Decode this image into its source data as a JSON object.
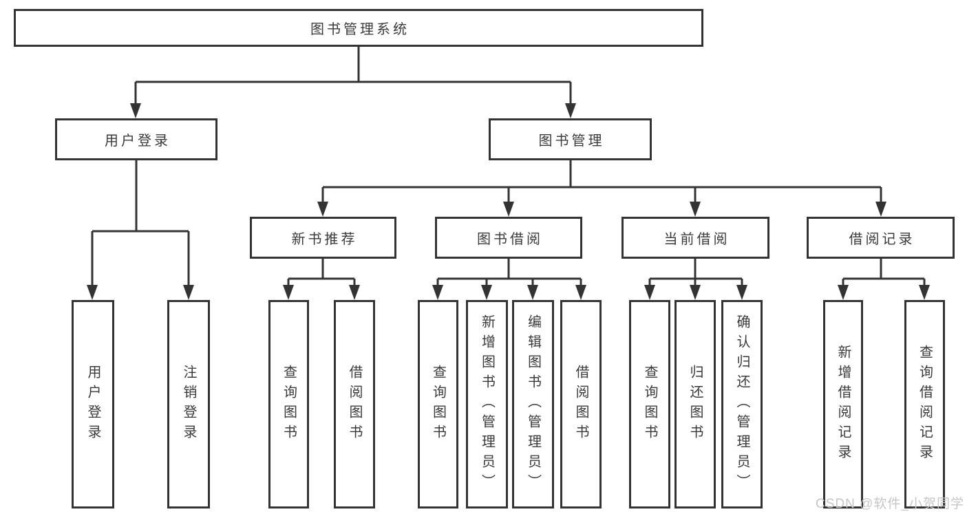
{
  "diagram": {
    "root": {
      "label": "图书管理系统"
    },
    "level2": [
      {
        "id": "user-login",
        "label": "用户登录"
      },
      {
        "id": "book-management",
        "label": "图书管理"
      }
    ],
    "level3": [
      {
        "id": "new-book-recommend",
        "label": "新书推荐"
      },
      {
        "id": "book-borrowing",
        "label": "图书借阅"
      },
      {
        "id": "current-borrowing",
        "label": "当前借阅"
      },
      {
        "id": "borrowing-records",
        "label": "借阅记录"
      }
    ],
    "leaves": [
      {
        "id": "user-login-leaf",
        "label": "用户登录",
        "parent": "user-login"
      },
      {
        "id": "logout",
        "label": "注销登录",
        "parent": "user-login"
      },
      {
        "id": "query-books-recommend",
        "label": "查询图书",
        "parent": "new-book-recommend"
      },
      {
        "id": "borrow-books-recommend",
        "label": "借阅图书",
        "parent": "new-book-recommend"
      },
      {
        "id": "query-books-borrowing",
        "label": "查询图书",
        "parent": "book-borrowing"
      },
      {
        "id": "add-books-admin",
        "label": "新增图书（管理员）",
        "parent": "book-borrowing"
      },
      {
        "id": "edit-books-admin",
        "label": "编辑图书（管理员）",
        "parent": "book-borrowing"
      },
      {
        "id": "borrow-books-borrowing",
        "label": "借阅图书",
        "parent": "book-borrowing"
      },
      {
        "id": "query-books-current",
        "label": "查询图书",
        "parent": "current-borrowing"
      },
      {
        "id": "return-books",
        "label": "归还图书",
        "parent": "current-borrowing"
      },
      {
        "id": "confirm-return-admin",
        "label": "确认归还（管理员）",
        "parent": "current-borrowing"
      },
      {
        "id": "add-borrow-record",
        "label": "新增借阅记录",
        "parent": "borrowing-records"
      },
      {
        "id": "query-borrow-record",
        "label": "查询借阅记录",
        "parent": "borrowing-records"
      }
    ]
  },
  "watermark": {
    "text": "CSDN @软件_小贺同学",
    "color": "#c6c6c6"
  },
  "colors": {
    "line": "#333333",
    "border": "#333333",
    "text": "#3a3a3a",
    "background": "#ffffff"
  }
}
